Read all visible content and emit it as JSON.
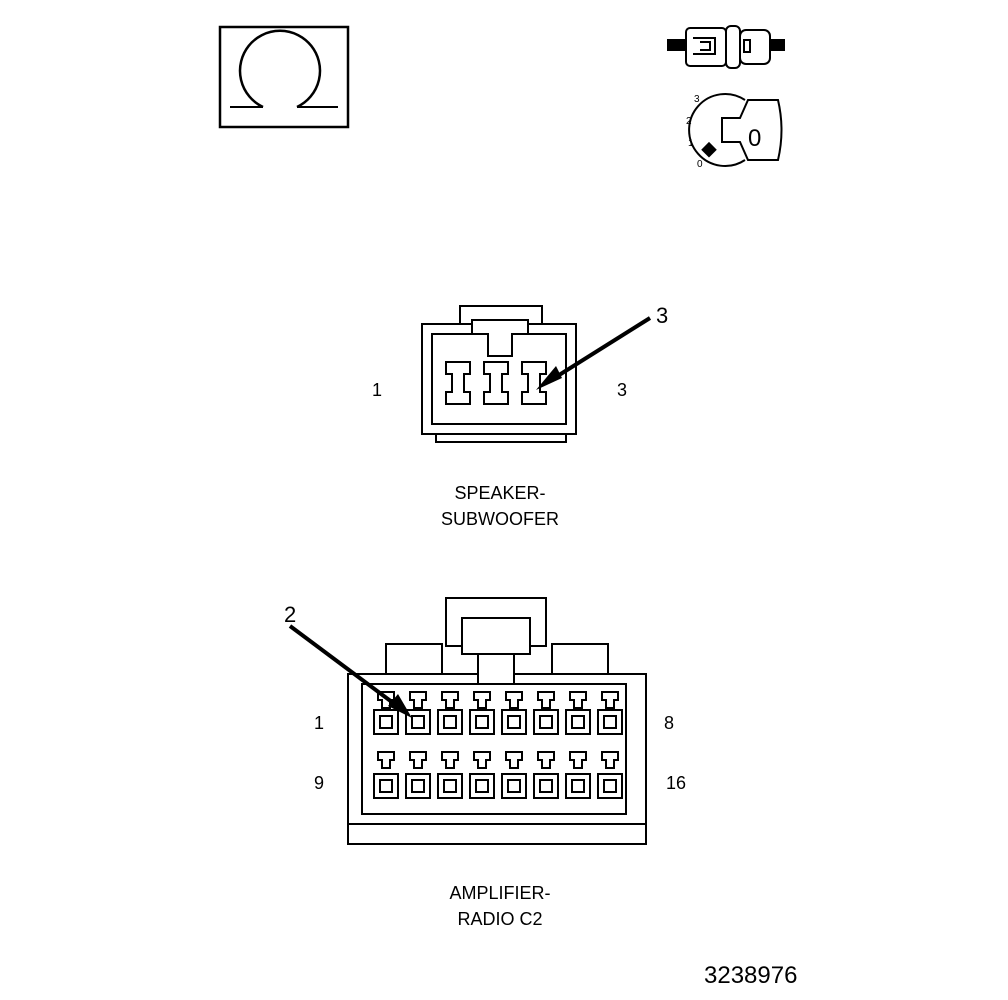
{
  "ohm_icon": {
    "symbol": "ohm-meter-icon"
  },
  "ignition_icon": {
    "positions": [
      "3",
      "2",
      "1",
      "0"
    ],
    "key_label": "0"
  },
  "subwoofer_connector": {
    "callout": "3",
    "pin_left": "1",
    "pin_right": "3",
    "title_line1": "SPEAKER-",
    "title_line2": "SUBWOOFER"
  },
  "amplifier_connector": {
    "callout": "2",
    "row1_left": "1",
    "row1_right": "8",
    "row2_left": "9",
    "row2_right": "16",
    "title_line1": "AMPLIFIER-",
    "title_line2": "RADIO C2"
  },
  "figure_number": "3238976"
}
